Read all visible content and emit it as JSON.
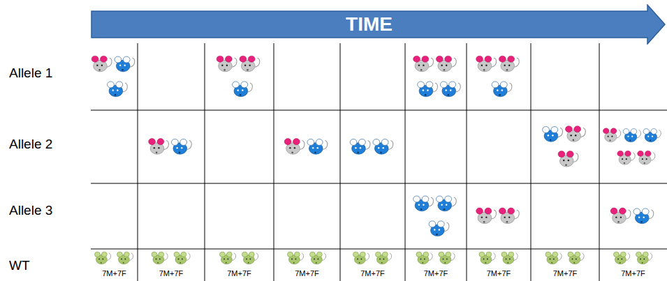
{
  "diagram": {
    "nodes": [
      {
        "text": [
          "TIME"
        ]
      }
    ],
    "labels": [
      "Allele 1",
      "Allele 2",
      "Allele 3",
      "WT",
      "7M+7F",
      "7M+7F",
      "7M+7F",
      "7M+7F",
      "7M+7F",
      "7M+7F",
      "7M+7F",
      "7M+7F",
      "7M+7F"
    ]
  }
}
